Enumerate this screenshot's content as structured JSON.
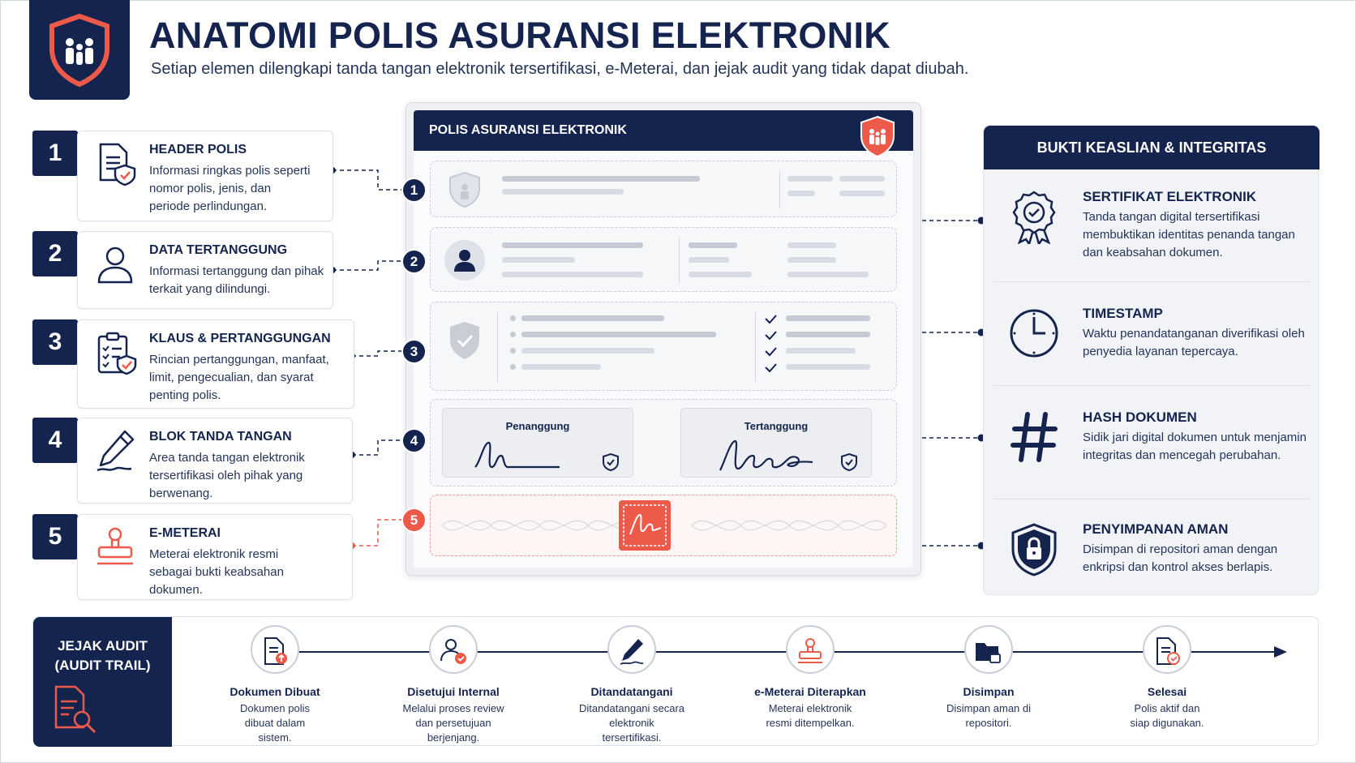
{
  "header": {
    "title": "ANATOMI POLIS ASURANSI ELEKTRONIK",
    "subtitle": "Setiap elemen dilengkapi tanda tangan elektronik tersertifikasi, e-Meterai, dan jejak audit yang tidak dapat diubah."
  },
  "colors": {
    "navy": "#14244f",
    "accent_red": "#ee5a4a",
    "panel_gray": "#f1f3f7"
  },
  "steps": [
    {
      "number": "1",
      "title": "HEADER POLIS",
      "desc": "Informasi ringkas polis seperti nomor polis, jenis, dan periode perlindungan.",
      "icon": "document-shield-icon"
    },
    {
      "number": "2",
      "title": "DATA TERTANGGUNG",
      "desc": "Informasi tertanggung dan pihak terkait yang dilindungi.",
      "icon": "person-icon"
    },
    {
      "number": "3",
      "title": "KLAUS & PERTANGGUNGAN",
      "desc": "Rincian pertanggungan, manfaat, limit, pengecualian, dan syarat penting polis.",
      "icon": "clipboard-checklist-icon"
    },
    {
      "number": "4",
      "title": "BLOK TANDA TANGAN",
      "desc": "Area tanda tangan elektronik tersertifikasi oleh pihak yang berwenang.",
      "icon": "pen-icon"
    },
    {
      "number": "5",
      "title": "E-METERAI",
      "desc": "Meterai elektronik resmi sebagai bukti keabsahan dokumen.",
      "icon": "stamp-icon"
    }
  ],
  "document": {
    "title": "POLIS ASURANSI ELEKTRONIK",
    "callouts": [
      "1",
      "2",
      "3",
      "4",
      "5"
    ],
    "signer_left": "Penanggung",
    "signer_right": "Tertanggung"
  },
  "proof_panel": {
    "title": "BUKTI KEASLIAN & INTEGRITAS",
    "items": [
      {
        "title": "SERTIFIKAT ELEKTRONIK",
        "desc": "Tanda tangan digital tersertifikasi membuktikan identitas penanda tangan dan keabsahan dokumen.",
        "icon": "certificate-badge-icon"
      },
      {
        "title": "TIMESTAMP",
        "desc": "Waktu penandatanganan diverifikasi oleh penyedia layanan tepercaya.",
        "icon": "clock-icon"
      },
      {
        "title": "HASH DOKUMEN",
        "desc": "Sidik jari digital dokumen untuk menjamin integritas dan mencegah perubahan.",
        "icon": "hash-icon"
      },
      {
        "title": "PENYIMPANAN AMAN",
        "desc": "Disimpan di repositori aman dengan enkripsi dan kontrol akses berlapis.",
        "icon": "shield-lock-icon"
      }
    ]
  },
  "audit_trail": {
    "title_line1": "JEJAK AUDIT",
    "title_line2": "(AUDIT TRAIL)",
    "steps": [
      {
        "name": "Dokumen Dibuat",
        "desc": "Dokumen polis dibuat dalam sistem.",
        "icon": "document-upload-icon"
      },
      {
        "name": "Disetujui Internal",
        "desc": "Melalui proses review dan persetujuan berjenjang.",
        "icon": "user-check-icon"
      },
      {
        "name": "Ditandatangani",
        "desc": "Ditandatangani secara elektronik tersertifikasi.",
        "icon": "pen-sign-icon"
      },
      {
        "name": "e-Meterai Diterapkan",
        "desc": "Meterai elektronik resmi ditempelkan.",
        "icon": "stamp-icon"
      },
      {
        "name": "Disimpan",
        "desc": "Disimpan aman di repositori.",
        "icon": "folder-lock-icon"
      },
      {
        "name": "Selesai",
        "desc": "Polis aktif dan siap digunakan.",
        "icon": "document-check-icon"
      }
    ]
  }
}
